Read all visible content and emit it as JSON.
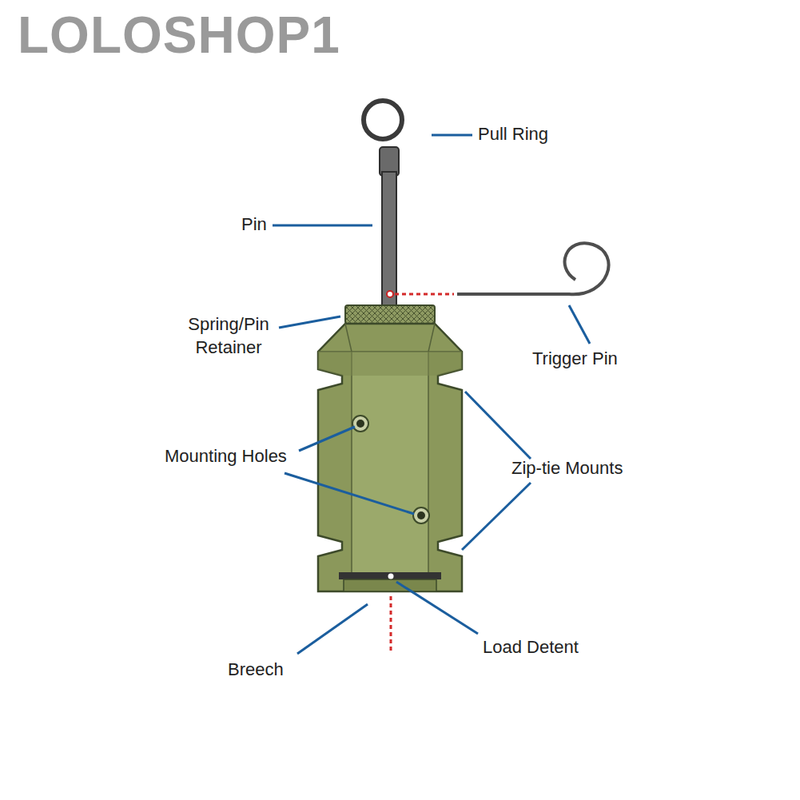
{
  "diagram": {
    "labels": [
      "LOLOSHOP1",
      "Pull Ring",
      "Pin",
      "Spring/Pin Retainer",
      "Trigger Pin",
      "Mounting Holes",
      "Zip-tie Mounts",
      "Load Detent",
      "Breech"
    ]
  }
}
